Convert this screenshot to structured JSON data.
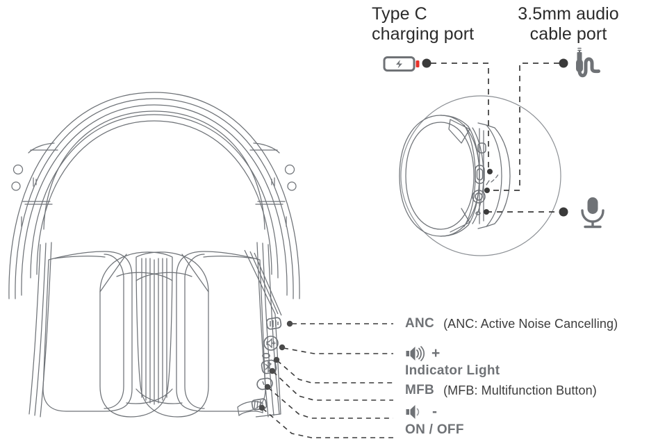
{
  "diagram": {
    "title_typec": {
      "line1": "Type C",
      "line2": "charging port"
    },
    "title_aux": {
      "line1": "3.5mm audio",
      "line2": "cable port"
    },
    "icons": {
      "battery": "battery-charging-icon",
      "aux_plug": "audio-jack-icon",
      "microphone": "microphone-icon",
      "volume_up": "speaker-volume-up-icon",
      "volume_down": "speaker-volume-down-icon"
    },
    "controls": [
      {
        "key": "anc",
        "label": "ANC",
        "note": "(ANC: Active Noise Cancelling)",
        "icon": ""
      },
      {
        "key": "vol_up",
        "label": "",
        "note": "",
        "icon": "speaker-volume-up-icon",
        "sign": "+"
      },
      {
        "key": "indicator",
        "label": "Indicator Light",
        "note": "",
        "icon": ""
      },
      {
        "key": "mfb",
        "label": "MFB",
        "note": "(MFB: Multifunction Button)",
        "icon": ""
      },
      {
        "key": "vol_down",
        "label": "",
        "note": "",
        "icon": "speaker-volume-down-icon",
        "sign": "-"
      },
      {
        "key": "onoff",
        "label": "ON / OFF",
        "note": "",
        "icon": ""
      }
    ],
    "colors": {
      "line": "#6e7277",
      "line_light": "#8b8f94",
      "text_dark": "#2b2b2b",
      "text_gray": "#6f7276",
      "icon_gray": "#6f7276",
      "battery_accent": "#e8322a",
      "leader": "#3a3a3a"
    }
  }
}
